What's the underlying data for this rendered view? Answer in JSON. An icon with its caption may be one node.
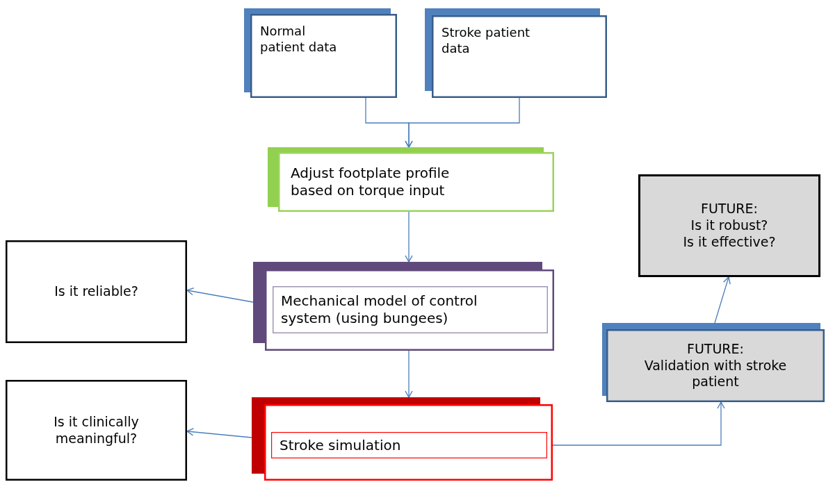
{
  "diagram": {
    "nodes": [
      {
        "text": [
          "Normal patient data"
        ]
      },
      {
        "text": [
          "Stroke patient data"
        ]
      },
      {
        "text": [
          "Adjust footplate profile based on torque input"
        ]
      },
      {
        "text": [
          "FUTURE:",
          "Is it robust?",
          "Is it effective?"
        ]
      },
      {
        "text": [
          "Is it reliable?"
        ]
      },
      {
        "text": [],
        "shape": "box"
      },
      {
        "text": [
          "Mechanical model of control system (using bungees)"
        ],
        "in": 5
      },
      {
        "text": [
          "FUTURE:",
          "Validation with stroke patient"
        ]
      },
      {
        "text": [
          "Is it clinically meaningful?"
        ]
      },
      {
        "text": [],
        "shape": "box"
      },
      {
        "text": [
          "Stroke simulation"
        ],
        "in": 9
      }
    ],
    "edges": [
      {
        "from": 0,
        "to": 2,
        "arrow": "to"
      },
      {
        "from": 1,
        "to": 2,
        "arrow": "to"
      },
      {
        "from": 2,
        "to": 5,
        "arrow": "to"
      },
      {
        "from": 5,
        "to": 4,
        "arrow": "to"
      },
      {
        "from": 5,
        "to": 9,
        "arrow": "to"
      },
      {
        "from": 9,
        "to": 8,
        "arrow": "to"
      },
      {
        "from": 9,
        "to": 7,
        "arrow": "to"
      },
      {
        "from": 7,
        "to": 3,
        "arrow": "to"
      }
    ]
  }
}
